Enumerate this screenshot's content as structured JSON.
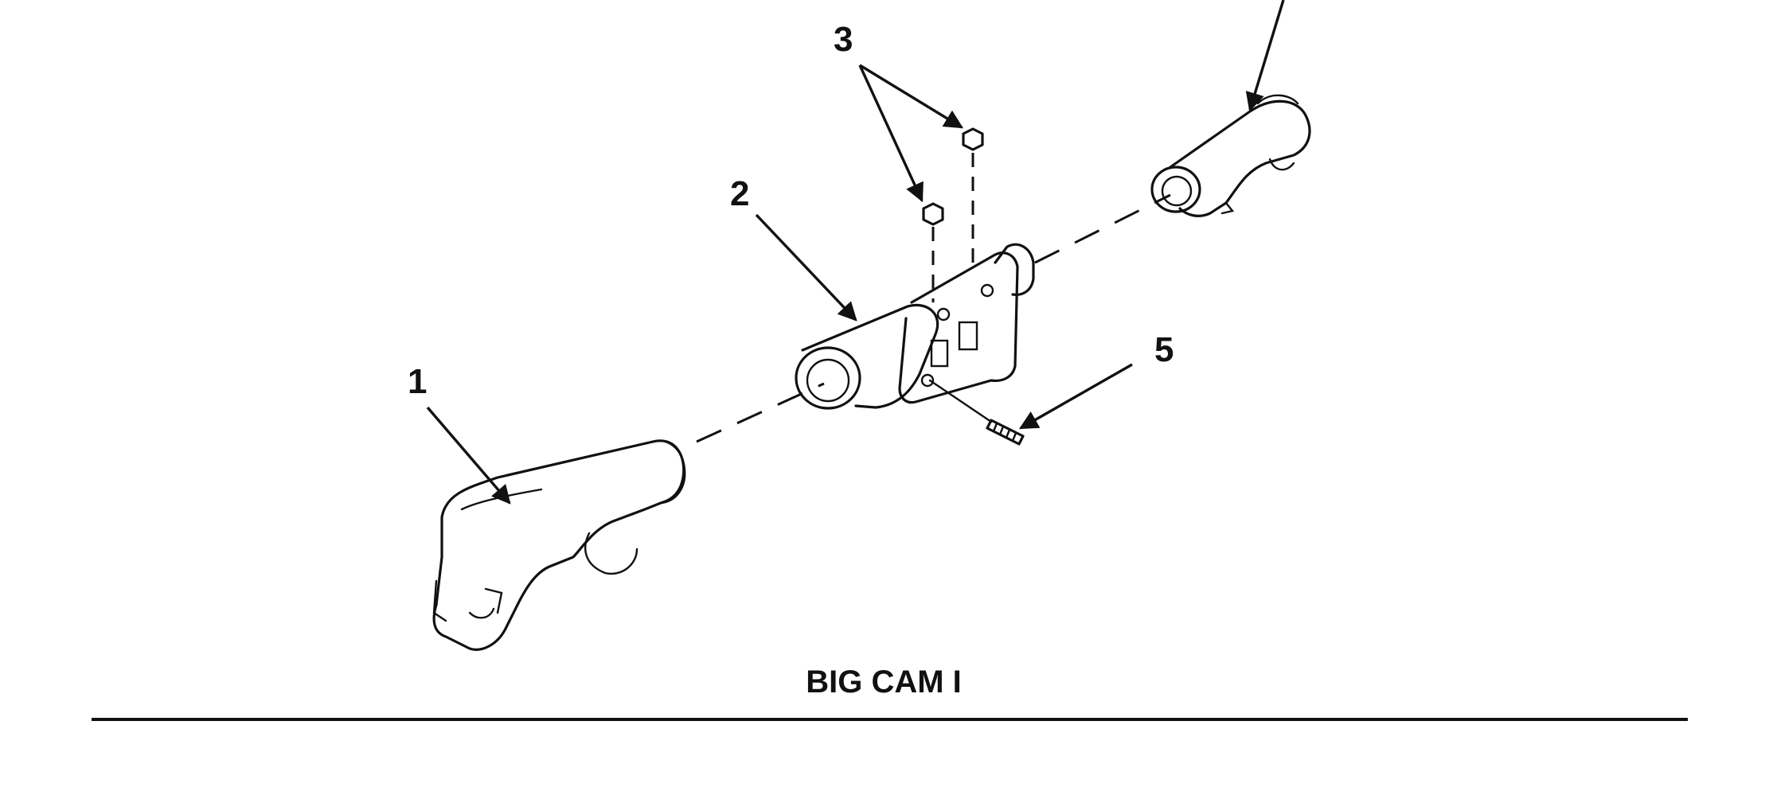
{
  "figure": {
    "caption": "BIG CAM I",
    "callouts": {
      "c1": "1",
      "c2": "2",
      "c3": "3",
      "c5": "5"
    }
  }
}
